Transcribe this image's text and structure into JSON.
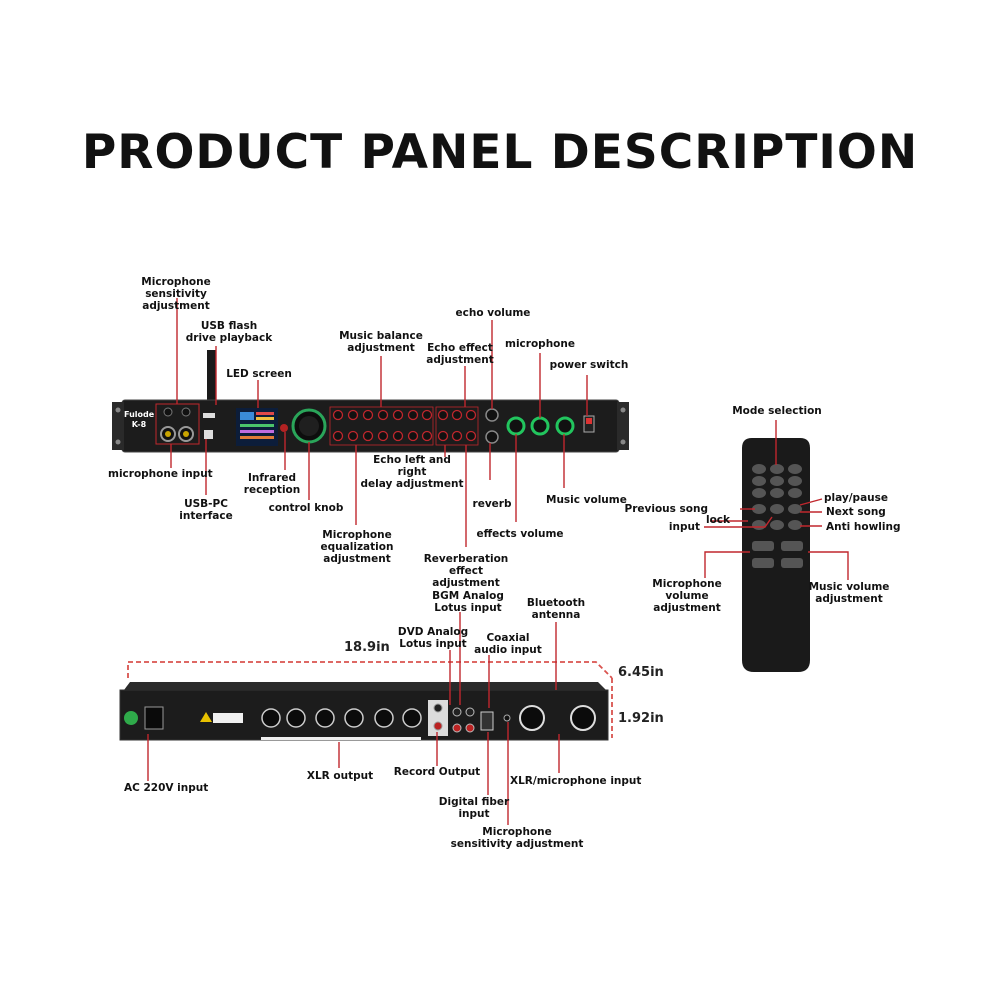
{
  "title": "PRODUCT PANEL DESCRIPTION",
  "colors": {
    "annotation_line": "#c0272d",
    "device_body": "#1c1c1c",
    "accent_green": "#22c55e",
    "dimension_box": "#d9534f"
  },
  "device": {
    "brand": "Fulode",
    "model": "K-8"
  },
  "front_labels": {
    "mic_sensitivity": "Microphone sensitivity\nadjustment",
    "usb_flash": "USB flash\ndrive playback",
    "led_screen": "LED screen",
    "music_balance": "Music balance\nadjustment",
    "echo_effect": "Echo effect\nadjustment",
    "echo_volume": "echo volume",
    "microphone": "microphone",
    "power_switch": "power switch",
    "microphone_input": "microphone input",
    "infrared": "Infrared\nreception",
    "usb_pc": "USB-PC\ninterface",
    "control_knob": "control knob",
    "echo_delay": "Echo left and right\ndelay adjustment",
    "reverb": "reverb",
    "music_volume": "Music volume",
    "effects_volume": "effects volume",
    "mic_eq": "Microphone equalization\nadjustment",
    "reverb_effect": "Reverberation\neffect adjustment"
  },
  "remote_labels": {
    "mode_selection": "Mode selection",
    "play_pause": "play/pause",
    "previous_song": "Previous song",
    "next_song": "Next song",
    "lock": "lock",
    "input": "input",
    "anti_howling": "Anti howling",
    "mic_volume": "Microphone volume\nadjustment",
    "music_volume": "Music volume\nadjustment"
  },
  "rear_labels": {
    "bgm_analog": "BGM Analog\nLotus input",
    "bluetooth": "Bluetooth\nantenna",
    "dvd_analog": "DVD Analog\nLotus input",
    "coaxial": "Coaxial\naudio input",
    "ac_input": "AC 220V input",
    "xlr_output": "XLR output",
    "record_output": "Record Output",
    "xlr_mic_input": "XLR/microphone input",
    "digital_fiber": "Digital fiber\ninput",
    "mic_sensitivity": "Microphone\nsensitivity adjustment"
  },
  "dimensions": {
    "width": "18.9in",
    "depth": "6.45in",
    "height": "1.92in"
  }
}
